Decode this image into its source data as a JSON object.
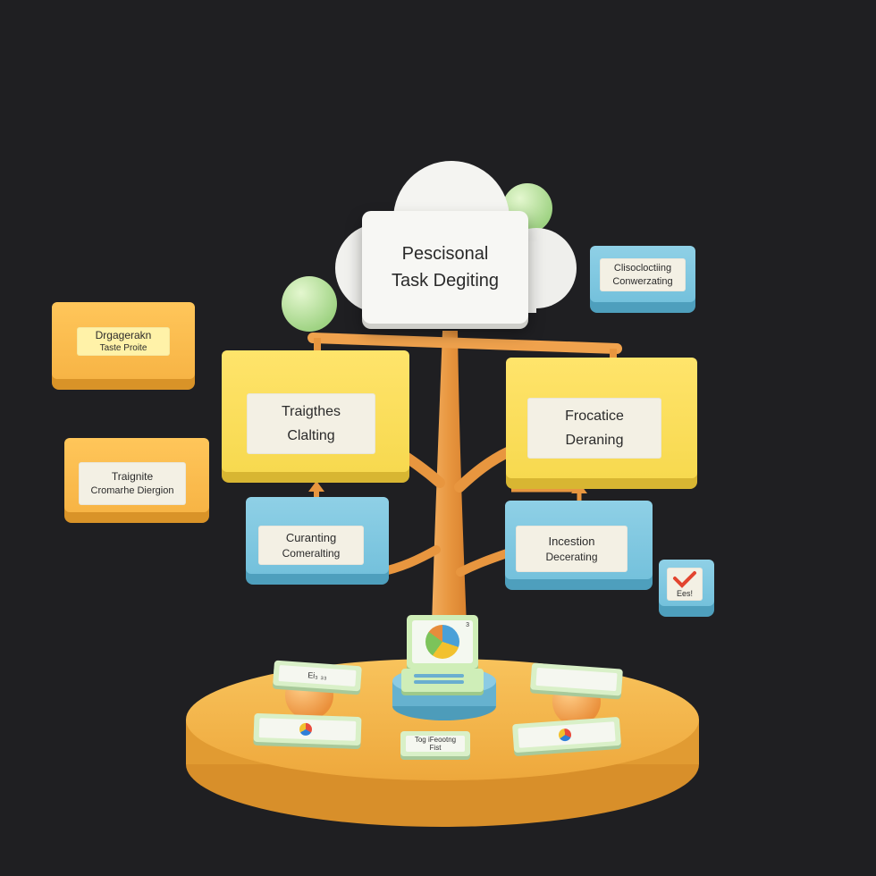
{
  "cloud": {
    "line1": "Pescisonal",
    "line2": "Task Degiting"
  },
  "blocks": {
    "top_right": {
      "line1": "Clisocloctiing",
      "line2": "Conwerzating"
    },
    "left_upper": {
      "line1": "Drgagerakn",
      "line2": "Taste Proite"
    },
    "left_lower": {
      "line1": "Traignite",
      "line2": "Cromarhe Diergion"
    },
    "mid_left": {
      "line1": "Traigthes",
      "line2": "Clalting"
    },
    "mid_right": {
      "line1": "Frocatice",
      "line2": "Deraning"
    },
    "low_left": {
      "line1": "Curanting",
      "line2": "Comeralting"
    },
    "low_right": {
      "line1": "Incestion",
      "line2": "Decerating"
    },
    "check_badge": {
      "text": "Ees!"
    }
  },
  "laptop": {
    "badge": "3"
  },
  "base_cards": {
    "back_left": "Ei₃ ₃₃",
    "back_right": "",
    "front_left": "",
    "front_center_1": "Tog iFeootng",
    "front_center_2": "Fist",
    "front_right": ""
  },
  "colors": {
    "background": "#1f1f22",
    "yellow": "#f7d94f",
    "orange": "#f7b445",
    "blue": "#74c1dc",
    "trunk": "#e59a4a",
    "platform": "#f6b94e",
    "green_ball": "#b9e4a0"
  }
}
